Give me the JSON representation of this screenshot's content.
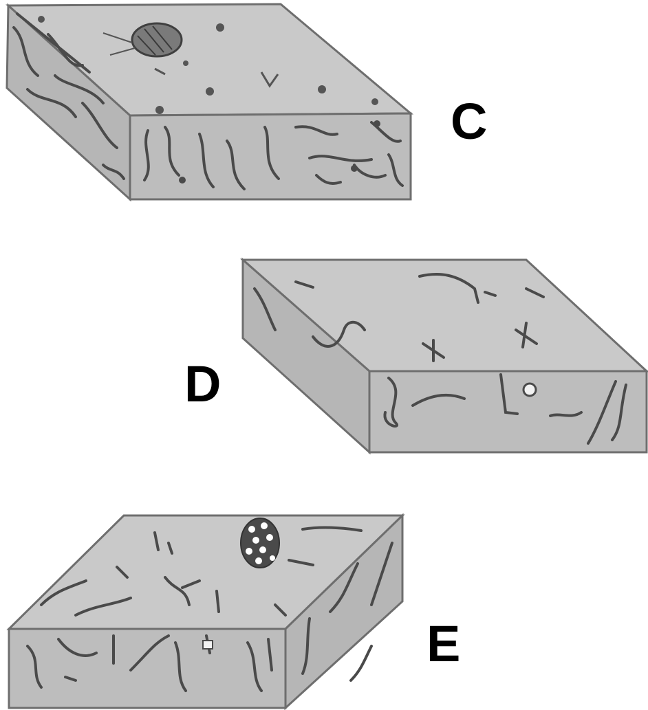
{
  "labels": {
    "c": "C",
    "d": "D",
    "e": "E"
  },
  "colors": {
    "block_top": "#c9c9c9",
    "block_front": "#bdbdbd",
    "block_side": "#b3b3b3",
    "edge": "#6e6e6e",
    "organism": "#4a4a4a",
    "label": "#000000"
  }
}
